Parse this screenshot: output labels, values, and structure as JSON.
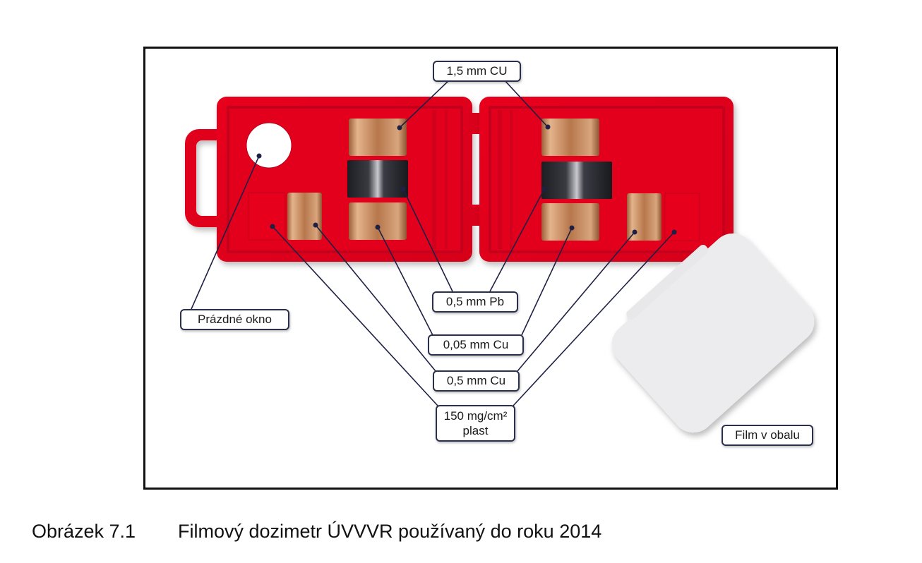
{
  "figure": {
    "caption_number": "Obrázek 7.1",
    "caption_text": "Filmový dozimetr ÚVVVR používaný do roku 2014"
  },
  "colors": {
    "case_red": "#e0001b",
    "case_dark_red": "#b5001a",
    "copper": "#b87a4f",
    "lead": "#2a2b30",
    "leader_line": "#1e2144",
    "film_gray": "#ececee"
  },
  "labels": {
    "cu_1_5": "1,5 mm CU",
    "empty_window": "Prázdné okno",
    "pb_0_5": "0,5 mm Pb",
    "cu_0_05": "0,05 mm Cu",
    "cu_0_5": "0,5 mm Cu",
    "plastic_line1": "150 mg/cm²",
    "plastic_line2": "plast",
    "film": "Film v obalu"
  }
}
